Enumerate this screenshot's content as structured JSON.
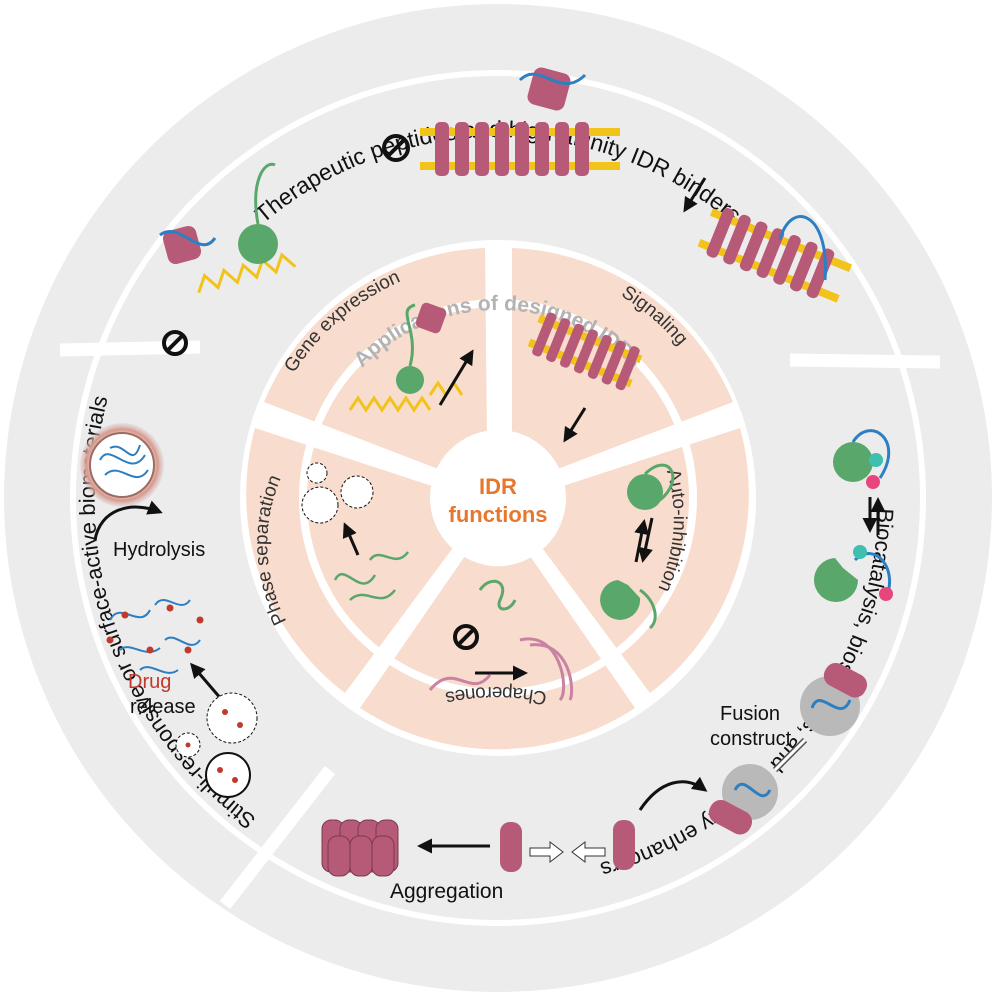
{
  "center": {
    "line1": "IDR",
    "line2": "functions"
  },
  "middle_ring_title": "Applications of designed IDRs",
  "inner_sectors": [
    {
      "id": "gene",
      "label": "Gene expression"
    },
    {
      "id": "signal",
      "label": "Signaling"
    },
    {
      "id": "auto",
      "label": "Auto-inhibition"
    },
    {
      "id": "chap",
      "label": "Chaperones"
    },
    {
      "id": "phase",
      "label": "Phase separation"
    }
  ],
  "outer_sections": [
    {
      "id": "therapeutic",
      "label": "Therapeutic peptides and high-affinity IDR binders"
    },
    {
      "id": "biocat",
      "label": "Biocatalysis, biosensors, and solubility enhancers"
    },
    {
      "id": "stimuli",
      "label": "Stimuli-responsive or surface-active biomaterials"
    }
  ],
  "annotations": {
    "hydrolysis": "Hydrolysis",
    "drug": "Drug",
    "release": "release",
    "fusion": "Fusion",
    "construct": "construct",
    "aggregation": "Aggregation"
  },
  "colors": {
    "outer_ring": "#ececec",
    "petal": "#f8dccd",
    "petal_inner": "#fbe6da",
    "center_text": "#e8772e",
    "ring_title": "#b3b3b3",
    "drug_text": "#c0392b",
    "membrane_protein": "#b65a78",
    "lipid": "#f2c31a",
    "green_domain": "#5aa76b",
    "blue_idr": "#2c7fc2"
  }
}
